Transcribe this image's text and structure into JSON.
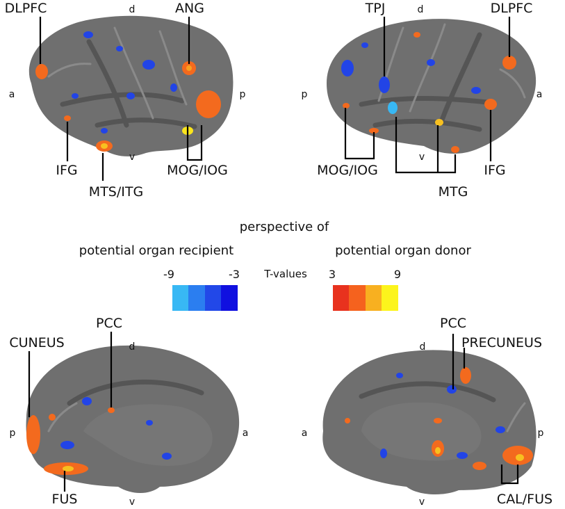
{
  "labels": {
    "top_left": {
      "dlpfc": "DLPFC",
      "ang": "ANG",
      "ifg": "IFG",
      "mts_itg": "MTS/ITG",
      "mog_iog": "MOG/IOG"
    },
    "top_right": {
      "tpj": "TPJ",
      "dlpfc": "DLPFC",
      "mog_iog": "MOG/IOG",
      "ifg": "IFG",
      "mtg": "MTG"
    },
    "bottom_left": {
      "cuneus": "CUNEUS",
      "pcc": "PCC",
      "fus": "FUS"
    },
    "bottom_right": {
      "pcc": "PCC",
      "precuneus": "PRECUNEUS",
      "cal_fus": "CAL/FUS"
    }
  },
  "orientation": {
    "top_left": {
      "d": "d",
      "a": "a",
      "p": "p",
      "v": "v"
    },
    "top_right": {
      "d": "d",
      "a": "a",
      "p": "p",
      "v": "v"
    },
    "bottom_left": {
      "d": "d",
      "a": "a",
      "p": "p",
      "v": "v"
    },
    "bottom_right": {
      "d": "d",
      "a": "a",
      "p": "p",
      "v": "v"
    }
  },
  "legend": {
    "title": "perspective of",
    "recipient_label": "potential organ recipient",
    "donor_label": "potential organ donor",
    "t_label": "T-values",
    "neg_min": "-9",
    "neg_max": "-3",
    "pos_min": "3",
    "pos_max": "9",
    "neg_colors": [
      "#38b8f4",
      "#2b7ef0",
      "#2248e8",
      "#1010e0"
    ],
    "pos_colors": [
      "#e8321e",
      "#f5621e",
      "#f8b020",
      "#fcf41c"
    ]
  }
}
